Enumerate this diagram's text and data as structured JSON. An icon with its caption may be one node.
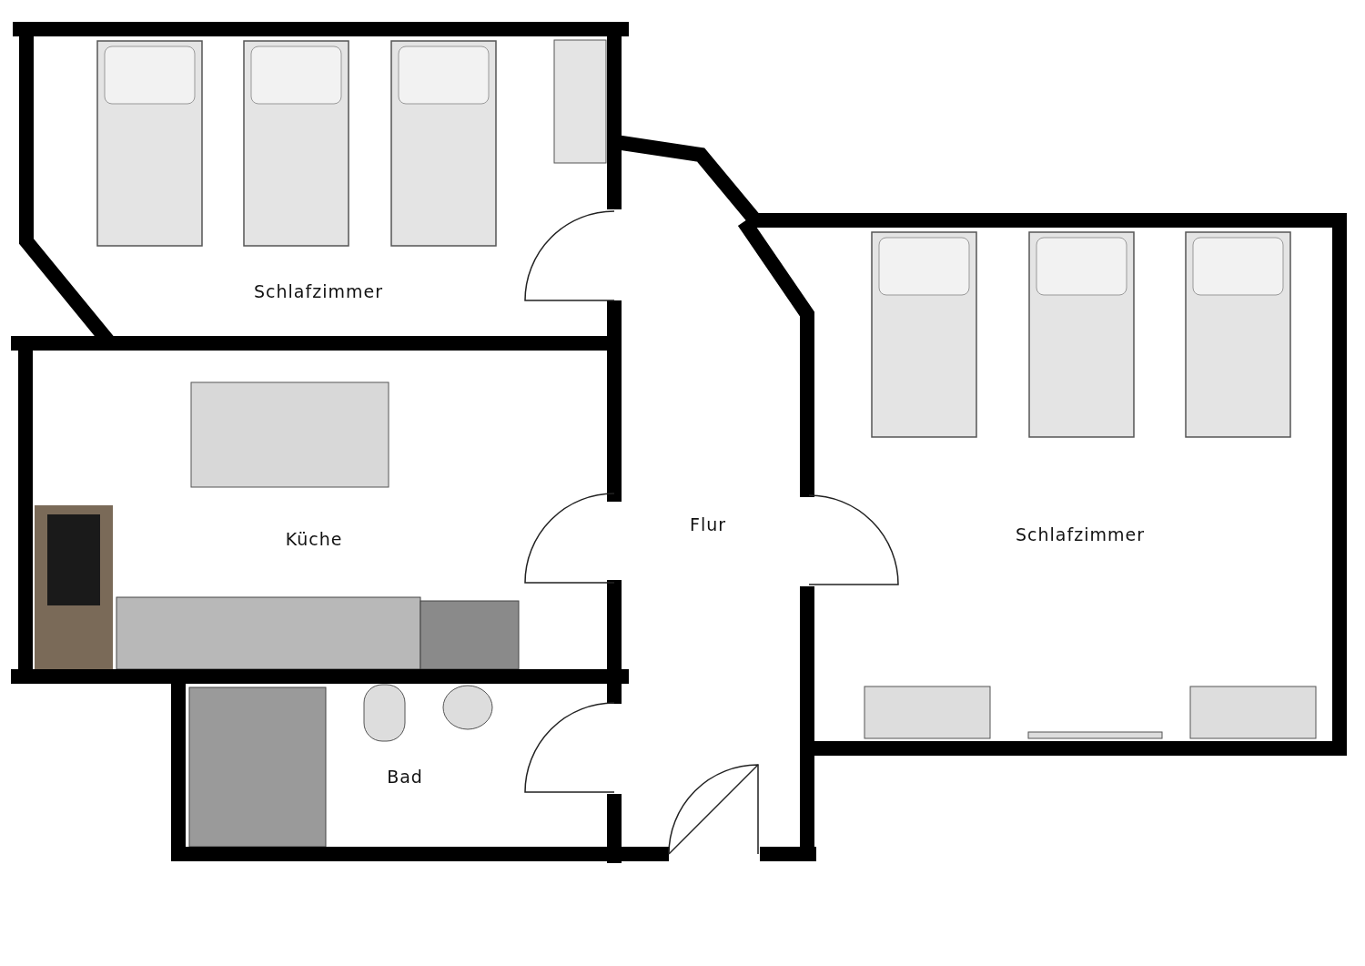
{
  "diagram": {
    "labels": [
      "Schlafzimmer",
      "Küche",
      "Flur",
      "Schlafzimmer",
      "Bad"
    ]
  }
}
